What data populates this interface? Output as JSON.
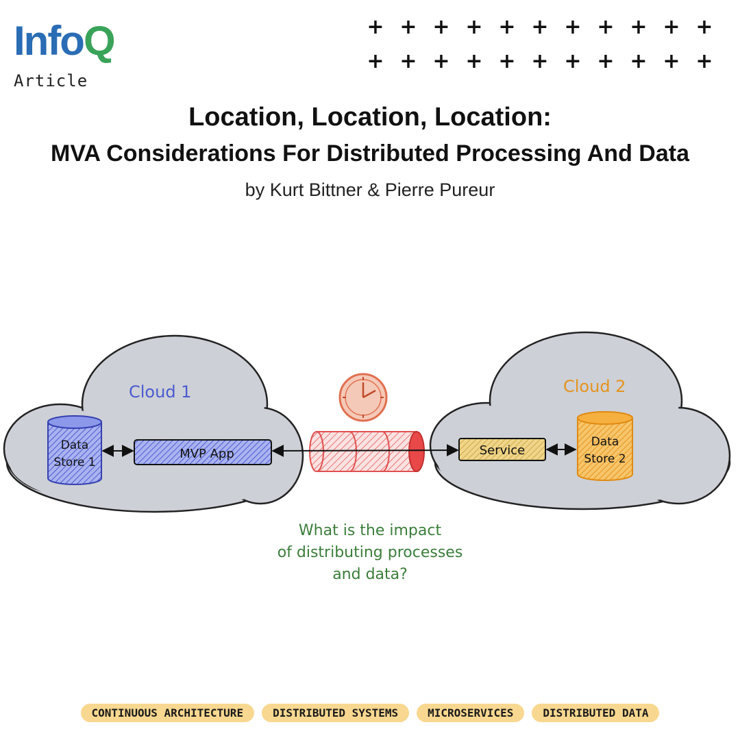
{
  "brand": {
    "logo_info": "Info",
    "logo_q": "Q",
    "label": "Article"
  },
  "header": {
    "title_line1": "Location, Location, Location:",
    "title_line2": "MVA Considerations For Distributed Processing And Data",
    "byline": "by Kurt Bittner & Pierre Pureur"
  },
  "diagram": {
    "cloud1_label": "Cloud 1",
    "cloud2_label": "Cloud 2",
    "store1_line1": "Data",
    "store1_line2": "Store 1",
    "mvp_app": "MVP App",
    "service": "Service",
    "store2_line1": "Data",
    "store2_line2": "Store 2",
    "question_line1": "What is the impact",
    "question_line2": "of distributing processes",
    "question_line3": "and data?",
    "icons": [
      "clock-icon",
      "network-pipe"
    ],
    "colors": {
      "cloud": "#cdd0d6",
      "blue": "#4b5bd0",
      "gold": "#d8b24a",
      "orange": "#f0a030",
      "red": "#e05050",
      "green": "#3a7d3a"
    }
  },
  "tags": [
    "CONTINUOUS ARCHITECTURE",
    "DISTRIBUTED SYSTEMS",
    "MICROSERVICES",
    "DISTRIBUTED DATA"
  ],
  "decor": {
    "plus_symbol": "+"
  }
}
